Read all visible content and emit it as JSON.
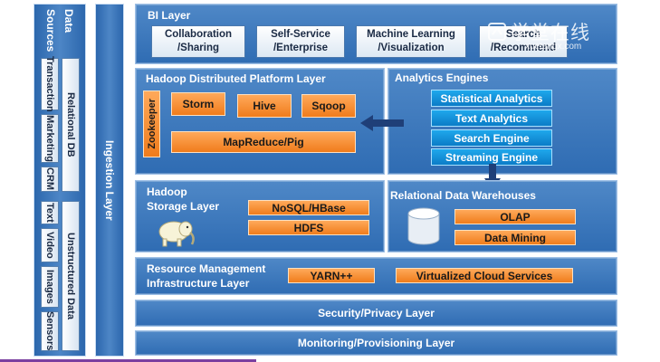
{
  "data_sources": {
    "title_line1": "Data",
    "title_line2": "Sources",
    "structured_label": "Relational DB",
    "unstructured_label": "Unstructured Data",
    "structured_items": [
      "Transaction",
      "Marketing",
      "CRM"
    ],
    "unstructured_items": [
      "Text",
      "Video",
      "Images",
      "Sensors"
    ]
  },
  "ingestion_layer": {
    "label": "Ingestion Layer"
  },
  "bi_layer": {
    "title": "BI Layer",
    "items": [
      {
        "line1": "Collaboration",
        "line2": "/Sharing"
      },
      {
        "line1": "Self-Service",
        "line2": "/Enterprise"
      },
      {
        "line1": "Machine Learning",
        "line2": "/Visualization"
      },
      {
        "line1": "Search",
        "line2": "/Recommend"
      }
    ]
  },
  "hadoop_platform": {
    "title": "Hadoop Distributed Platform Layer",
    "zookeeper": "Zookeeper",
    "tools": [
      "Storm",
      "Hive",
      "Sqoop"
    ],
    "mapreduce": "MapReduce/Pig"
  },
  "analytics_engines": {
    "title": "Analytics Engines",
    "items": [
      "Statistical Analytics",
      "Text Analytics",
      "Search Engine",
      "Streaming Engine"
    ]
  },
  "hadoop_storage": {
    "title_line1": "Hadoop",
    "title_line2": "Storage Layer",
    "items": [
      "NoSQL/HBase",
      "HDFS"
    ]
  },
  "relational_dw": {
    "title": "Relational Data Warehouses",
    "items": [
      "OLAP",
      "Data Mining"
    ]
  },
  "resource_mgmt": {
    "title_line1": "Resource Management",
    "title_line2": "Infrastructure Layer",
    "items": [
      "YARN++",
      "Virtualized Cloud Services"
    ]
  },
  "security_layer": {
    "label": "Security/Privacy Layer"
  },
  "monitoring_layer": {
    "label": "Monitoring/Provisioning Layer"
  },
  "watermark": {
    "text": "学堂在线",
    "subtext": "xuetangx.com"
  },
  "colors": {
    "panel_blue": "#3a78be",
    "orange_box": "#f58a2a",
    "cyan_box": "#149adb",
    "accent_purple": "#7b3fa0"
  }
}
